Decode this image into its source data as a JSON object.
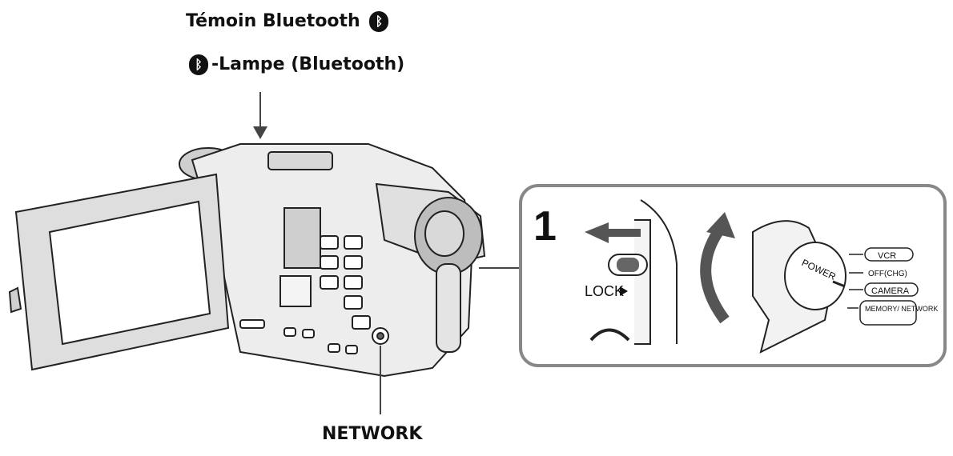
{
  "labels": {
    "bluetooth_witness": "Témoin Bluetooth",
    "bluetooth_lamp": "-Lampe (Bluetooth)",
    "network": "NETWORK"
  },
  "inset": {
    "step_number": "1",
    "lock_label": "LOCK",
    "power_label": "POWER",
    "modes": [
      "VCR",
      "OFF(CHG)",
      "CAMERA",
      "MEMORY/ NETWORK"
    ]
  },
  "icons": {
    "bluetooth": "bluetooth-icon"
  },
  "colors": {
    "line": "#222222",
    "arrow_fill": "#555555",
    "panel_border": "#888888"
  }
}
